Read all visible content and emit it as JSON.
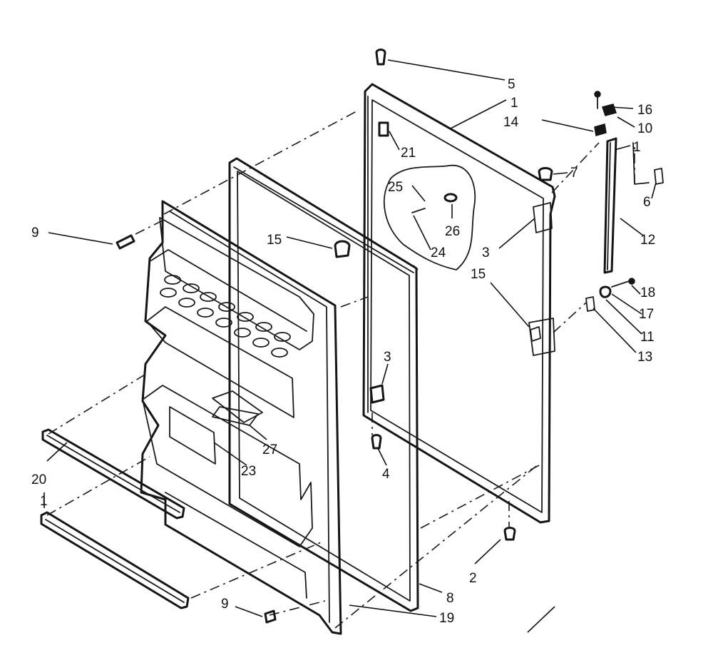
{
  "diagram": {
    "callouts": [
      {
        "id": "c5",
        "label": "5"
      },
      {
        "id": "c1a",
        "label": "1"
      },
      {
        "id": "c16",
        "label": "16"
      },
      {
        "id": "c14",
        "label": "14"
      },
      {
        "id": "c10",
        "label": "10"
      },
      {
        "id": "c21",
        "label": "21"
      },
      {
        "id": "c1b",
        "label": "1"
      },
      {
        "id": "c7",
        "label": "7"
      },
      {
        "id": "c25",
        "label": "25"
      },
      {
        "id": "c6",
        "label": "6"
      },
      {
        "id": "c9a",
        "label": "9"
      },
      {
        "id": "c15a",
        "label": "15"
      },
      {
        "id": "c26",
        "label": "26"
      },
      {
        "id": "c12",
        "label": "12"
      },
      {
        "id": "c3a",
        "label": "3"
      },
      {
        "id": "c24",
        "label": "24"
      },
      {
        "id": "c15b",
        "label": "15"
      },
      {
        "id": "c18",
        "label": "18"
      },
      {
        "id": "c17",
        "label": "17"
      },
      {
        "id": "c11",
        "label": "11"
      },
      {
        "id": "c13",
        "label": "13"
      },
      {
        "id": "c3b",
        "label": "3"
      },
      {
        "id": "c27",
        "label": "27"
      },
      {
        "id": "c23",
        "label": "23"
      },
      {
        "id": "c4",
        "label": "4"
      },
      {
        "id": "c20",
        "label": "20"
      },
      {
        "id": "c1c",
        "label": "1"
      },
      {
        "id": "c2",
        "label": "2"
      },
      {
        "id": "c8",
        "label": "8"
      },
      {
        "id": "c9b",
        "label": "9"
      },
      {
        "id": "c19",
        "label": "19"
      }
    ]
  }
}
